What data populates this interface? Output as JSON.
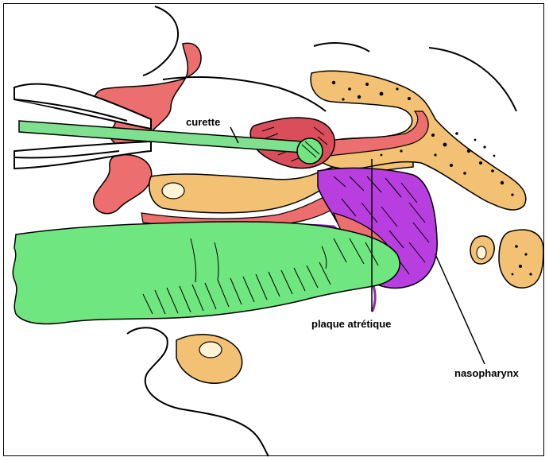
{
  "labels": {
    "curette": "curette",
    "plaque": "plaque atrétique",
    "nasopharynx": "nasopharynx"
  },
  "colors": {
    "mucosa": "#ec6e6e",
    "bone": "#f2c173",
    "tongue": "#6fe67f",
    "pharynx": "#b83ee0",
    "instrument": "#7fe08f",
    "outline": "#000000"
  }
}
